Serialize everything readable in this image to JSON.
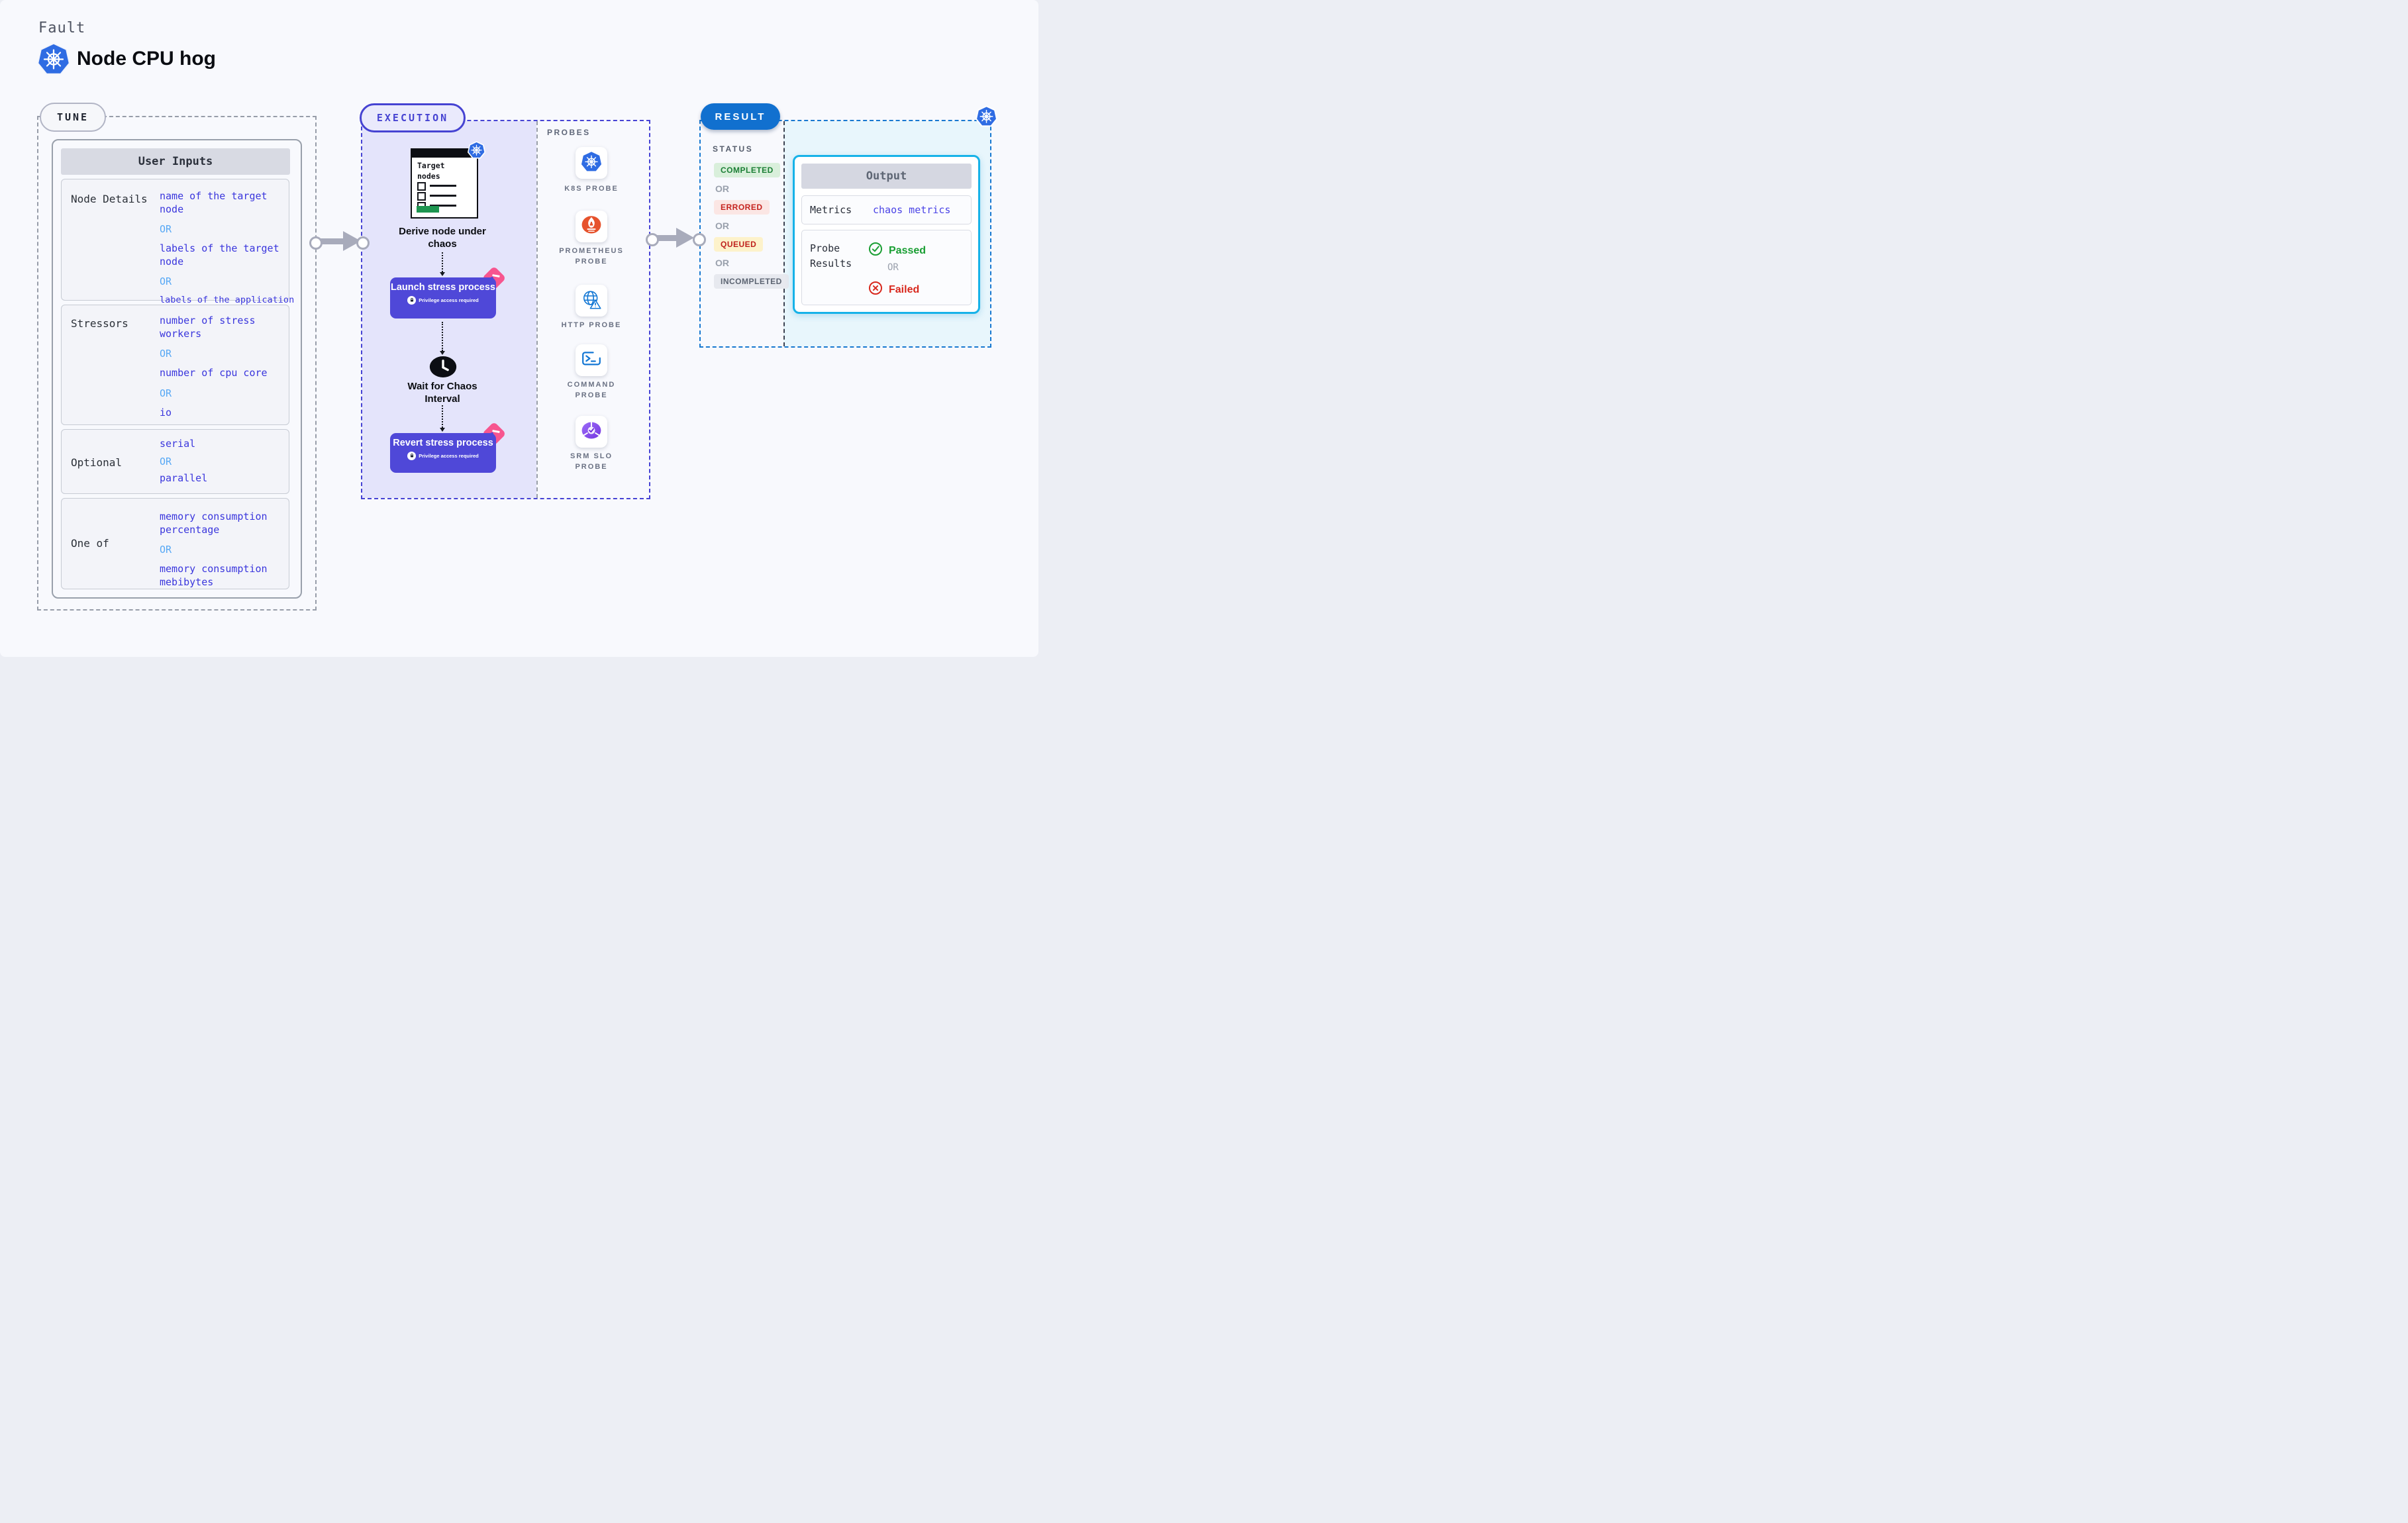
{
  "header": {
    "eyebrow": "Fault",
    "title": "Node CPU hog"
  },
  "tune": {
    "pill": "TUNE",
    "panel_title": "User Inputs",
    "rows": [
      {
        "label": "Node Details",
        "values": [
          "name of the target node",
          "OR",
          "labels of the target node",
          "OR",
          "labels of the application scheduled on target node"
        ]
      },
      {
        "label": "Stressors",
        "values": [
          "number of stress workers",
          "OR",
          "number of cpu core",
          "OR",
          "io"
        ]
      },
      {
        "label": "Optional",
        "values": [
          "serial",
          "OR",
          "parallel"
        ]
      },
      {
        "label": "One of",
        "values": [
          "memory consumption percentage",
          "OR",
          "memory consumption mebibytes"
        ]
      }
    ]
  },
  "execution": {
    "pill": "EXECUTION",
    "probes_label": "PROBES",
    "target_card_title": "Target nodes",
    "derive_label": "Derive node under chaos",
    "launch": {
      "title": "Launch stress process",
      "subtitle": "Privilege access required"
    },
    "wait_label": "Wait for Chaos Interval",
    "revert": {
      "title": "Revert stress process",
      "subtitle": "Privilege access required"
    },
    "probes": [
      {
        "label": "K8S PROBE",
        "icon": "kubernetes-icon"
      },
      {
        "label": "PROMETHEUS PROBE",
        "icon": "prometheus-icon"
      },
      {
        "label": "HTTP PROBE",
        "icon": "globe-warning-icon"
      },
      {
        "label": "COMMAND PROBE",
        "icon": "terminal-icon"
      },
      {
        "label": "SRM SLO PROBE",
        "icon": "gauge-check-icon"
      }
    ]
  },
  "result": {
    "pill": "RESULT",
    "status_label": "STATUS",
    "statuses": [
      "COMPLETED",
      "OR",
      "ERRORED",
      "OR",
      "QUEUED",
      "OR",
      "INCOMPLETED"
    ],
    "output": {
      "title": "Output",
      "metrics_label": "Metrics",
      "metrics_value": "chaos metrics",
      "probe_results_label": "Probe Results",
      "passed": "Passed",
      "or": "OR",
      "failed": "Failed"
    }
  },
  "colors": {
    "accent_indigo": "#4643d2",
    "accent_blue": "#1170cf",
    "accent_cyan": "#16b2e8",
    "value_blue": "#3a36dd",
    "or_blue": "#57a8f5",
    "success_green": "#189e32",
    "error_red": "#d8281d",
    "lavender_bg": "#e4e4fb",
    "cyan_bg": "#e8f6fc"
  }
}
